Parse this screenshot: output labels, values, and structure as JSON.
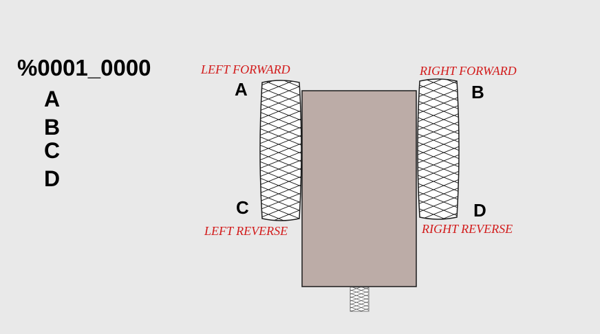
{
  "code": "%0001_0000",
  "motor_list": [
    "A",
    "B",
    "C",
    "D"
  ],
  "wheels": {
    "left": {
      "top_letter": "A",
      "bottom_letter": "C",
      "forward_label": "LEFT FORWARD",
      "reverse_label": "LEFT REVERSE"
    },
    "right": {
      "top_letter": "B",
      "bottom_letter": "D",
      "forward_label": "RIGHT FORWARD",
      "reverse_label": "RIGHT REVERSE"
    }
  },
  "colors": {
    "background": "#e9e9e9",
    "body": "#bcaca7",
    "label": "#d21a1a",
    "wheel_fill": "#ffffff",
    "outline": "#1a1a1a"
  }
}
